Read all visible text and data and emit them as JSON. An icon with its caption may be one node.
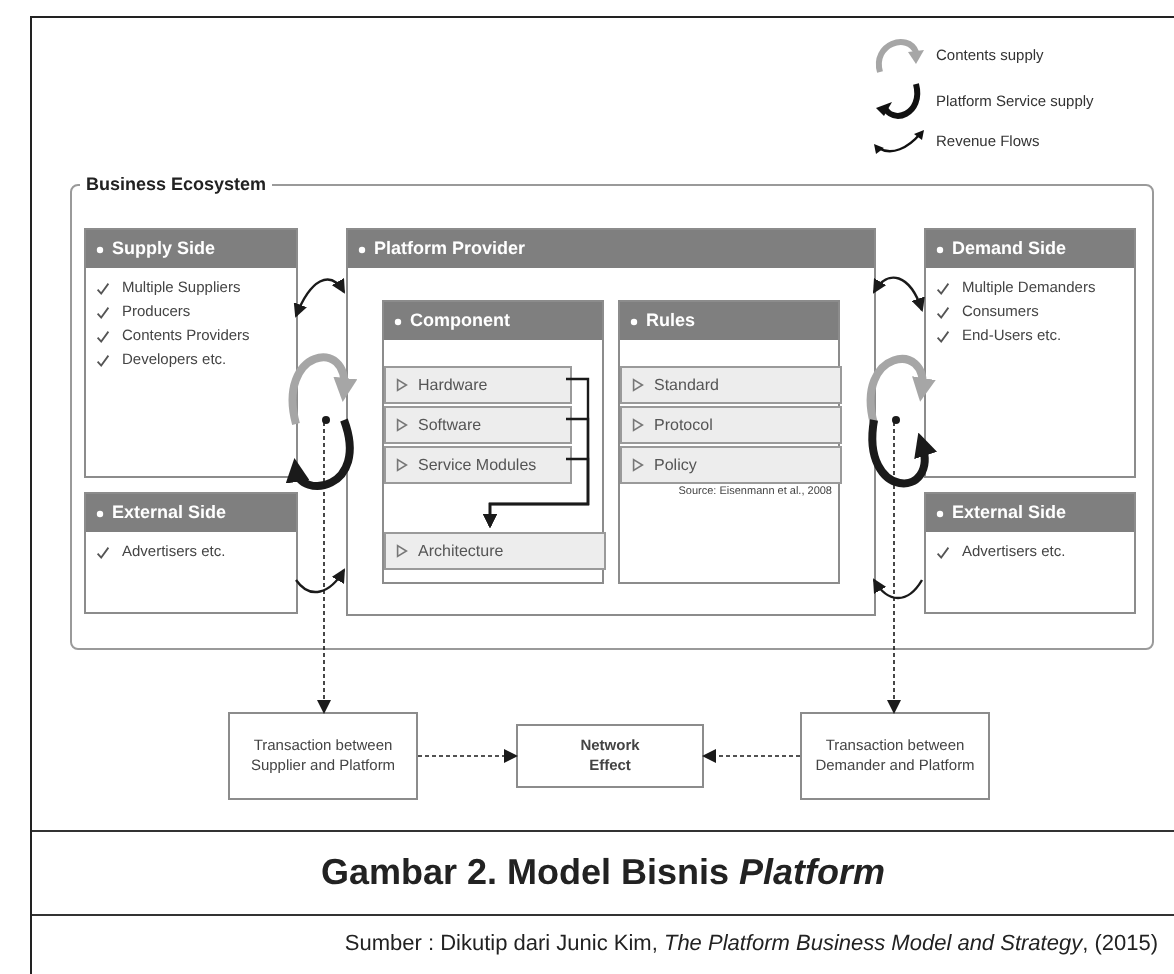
{
  "diagram": {
    "title": "Gambar 2. Model Bisnis *Platform*",
    "caption": "Sumber : Dikutip dari Junic Kim, *The Platform Business Model and Strategy*, (2015)",
    "nodes": [
      {
        "text": [
          "Business Ecosystem"
        ]
      },
      {
        "text": [
          "Supply Side",
          "Multiple Suppliers",
          "Producers",
          "Contents Providers",
          "Developers etc."
        ],
        "in": 0
      },
      {
        "text": [
          "External Side",
          "Advertisers etc."
        ],
        "in": 0
      },
      {
        "text": [
          "Platform Provider"
        ],
        "in": 0
      },
      {
        "text": [
          "Component"
        ],
        "in": 3
      },
      {
        "text": [
          "Hardware"
        ],
        "in": 4
      },
      {
        "text": [
          "Software"
        ],
        "in": 4
      },
      {
        "text": [
          "Service Modules"
        ],
        "in": 4
      },
      {
        "text": [
          "Architecture"
        ],
        "in": 4
      },
      {
        "text": [
          "Rules"
        ],
        "in": 3
      },
      {
        "text": [
          "Standard"
        ],
        "in": 9
      },
      {
        "text": [
          "Protocol"
        ],
        "in": 9
      },
      {
        "text": [
          "Policy"
        ],
        "in": 9
      },
      {
        "text": [
          "Demand Side",
          "Multiple Demanders",
          "Consumers",
          "End-Users etc."
        ],
        "in": 0
      },
      {
        "text": [
          "External Side",
          "Advertisers etc."
        ],
        "in": 0
      },
      {
        "text": [
          "Transaction between Supplier and Platform"
        ]
      },
      {
        "text": [
          "Network Effect"
        ]
      },
      {
        "text": [
          "Transaction between Demander and Platform"
        ]
      },
      {
        "text": [],
        "shape": "circle",
        "in": 0
      },
      {
        "text": [],
        "shape": "circle",
        "in": 0
      }
    ],
    "edges": [
      {
        "from": 1,
        "to": 3,
        "arrow": "both"
      },
      {
        "from": 13,
        "to": 3,
        "arrow": "both"
      },
      {
        "from": 2,
        "to": 3,
        "arrow": "to"
      },
      {
        "from": 14,
        "to": 3,
        "arrow": "to"
      },
      {
        "from": 1,
        "to": 3,
        "arrow": "to",
        "style": "thick",
        "color": "#a6a6a6"
      },
      {
        "from": 3,
        "to": 1,
        "arrow": "to",
        "style": "thick"
      },
      {
        "from": 3,
        "to": 13,
        "arrow": "to",
        "style": "thick",
        "color": "#a6a6a6"
      },
      {
        "from": 3,
        "to": 13,
        "arrow": "to",
        "style": "thick"
      },
      {
        "from": 5,
        "to": 8,
        "arrow": "to"
      },
      {
        "from": 6,
        "to": 8,
        "arrow": "to"
      },
      {
        "from": 7,
        "to": 8,
        "arrow": "to"
      },
      {
        "from": 18,
        "to": 15,
        "arrow": "to",
        "style": "dashed"
      },
      {
        "from": 19,
        "to": 17,
        "arrow": "to",
        "style": "dashed"
      },
      {
        "from": 15,
        "to": 16,
        "arrow": "to",
        "style": "dashed"
      },
      {
        "from": 17,
        "to": 16,
        "arrow": "to",
        "style": "dashed"
      }
    ],
    "labels": [
      "Source: Eisenmann et al., 2008"
    ],
    "legend": [
      {
        "text": "Contents supply"
      },
      {
        "text": "Platform Service supply"
      },
      {
        "text": "Revenue Flows"
      }
    ]
  }
}
